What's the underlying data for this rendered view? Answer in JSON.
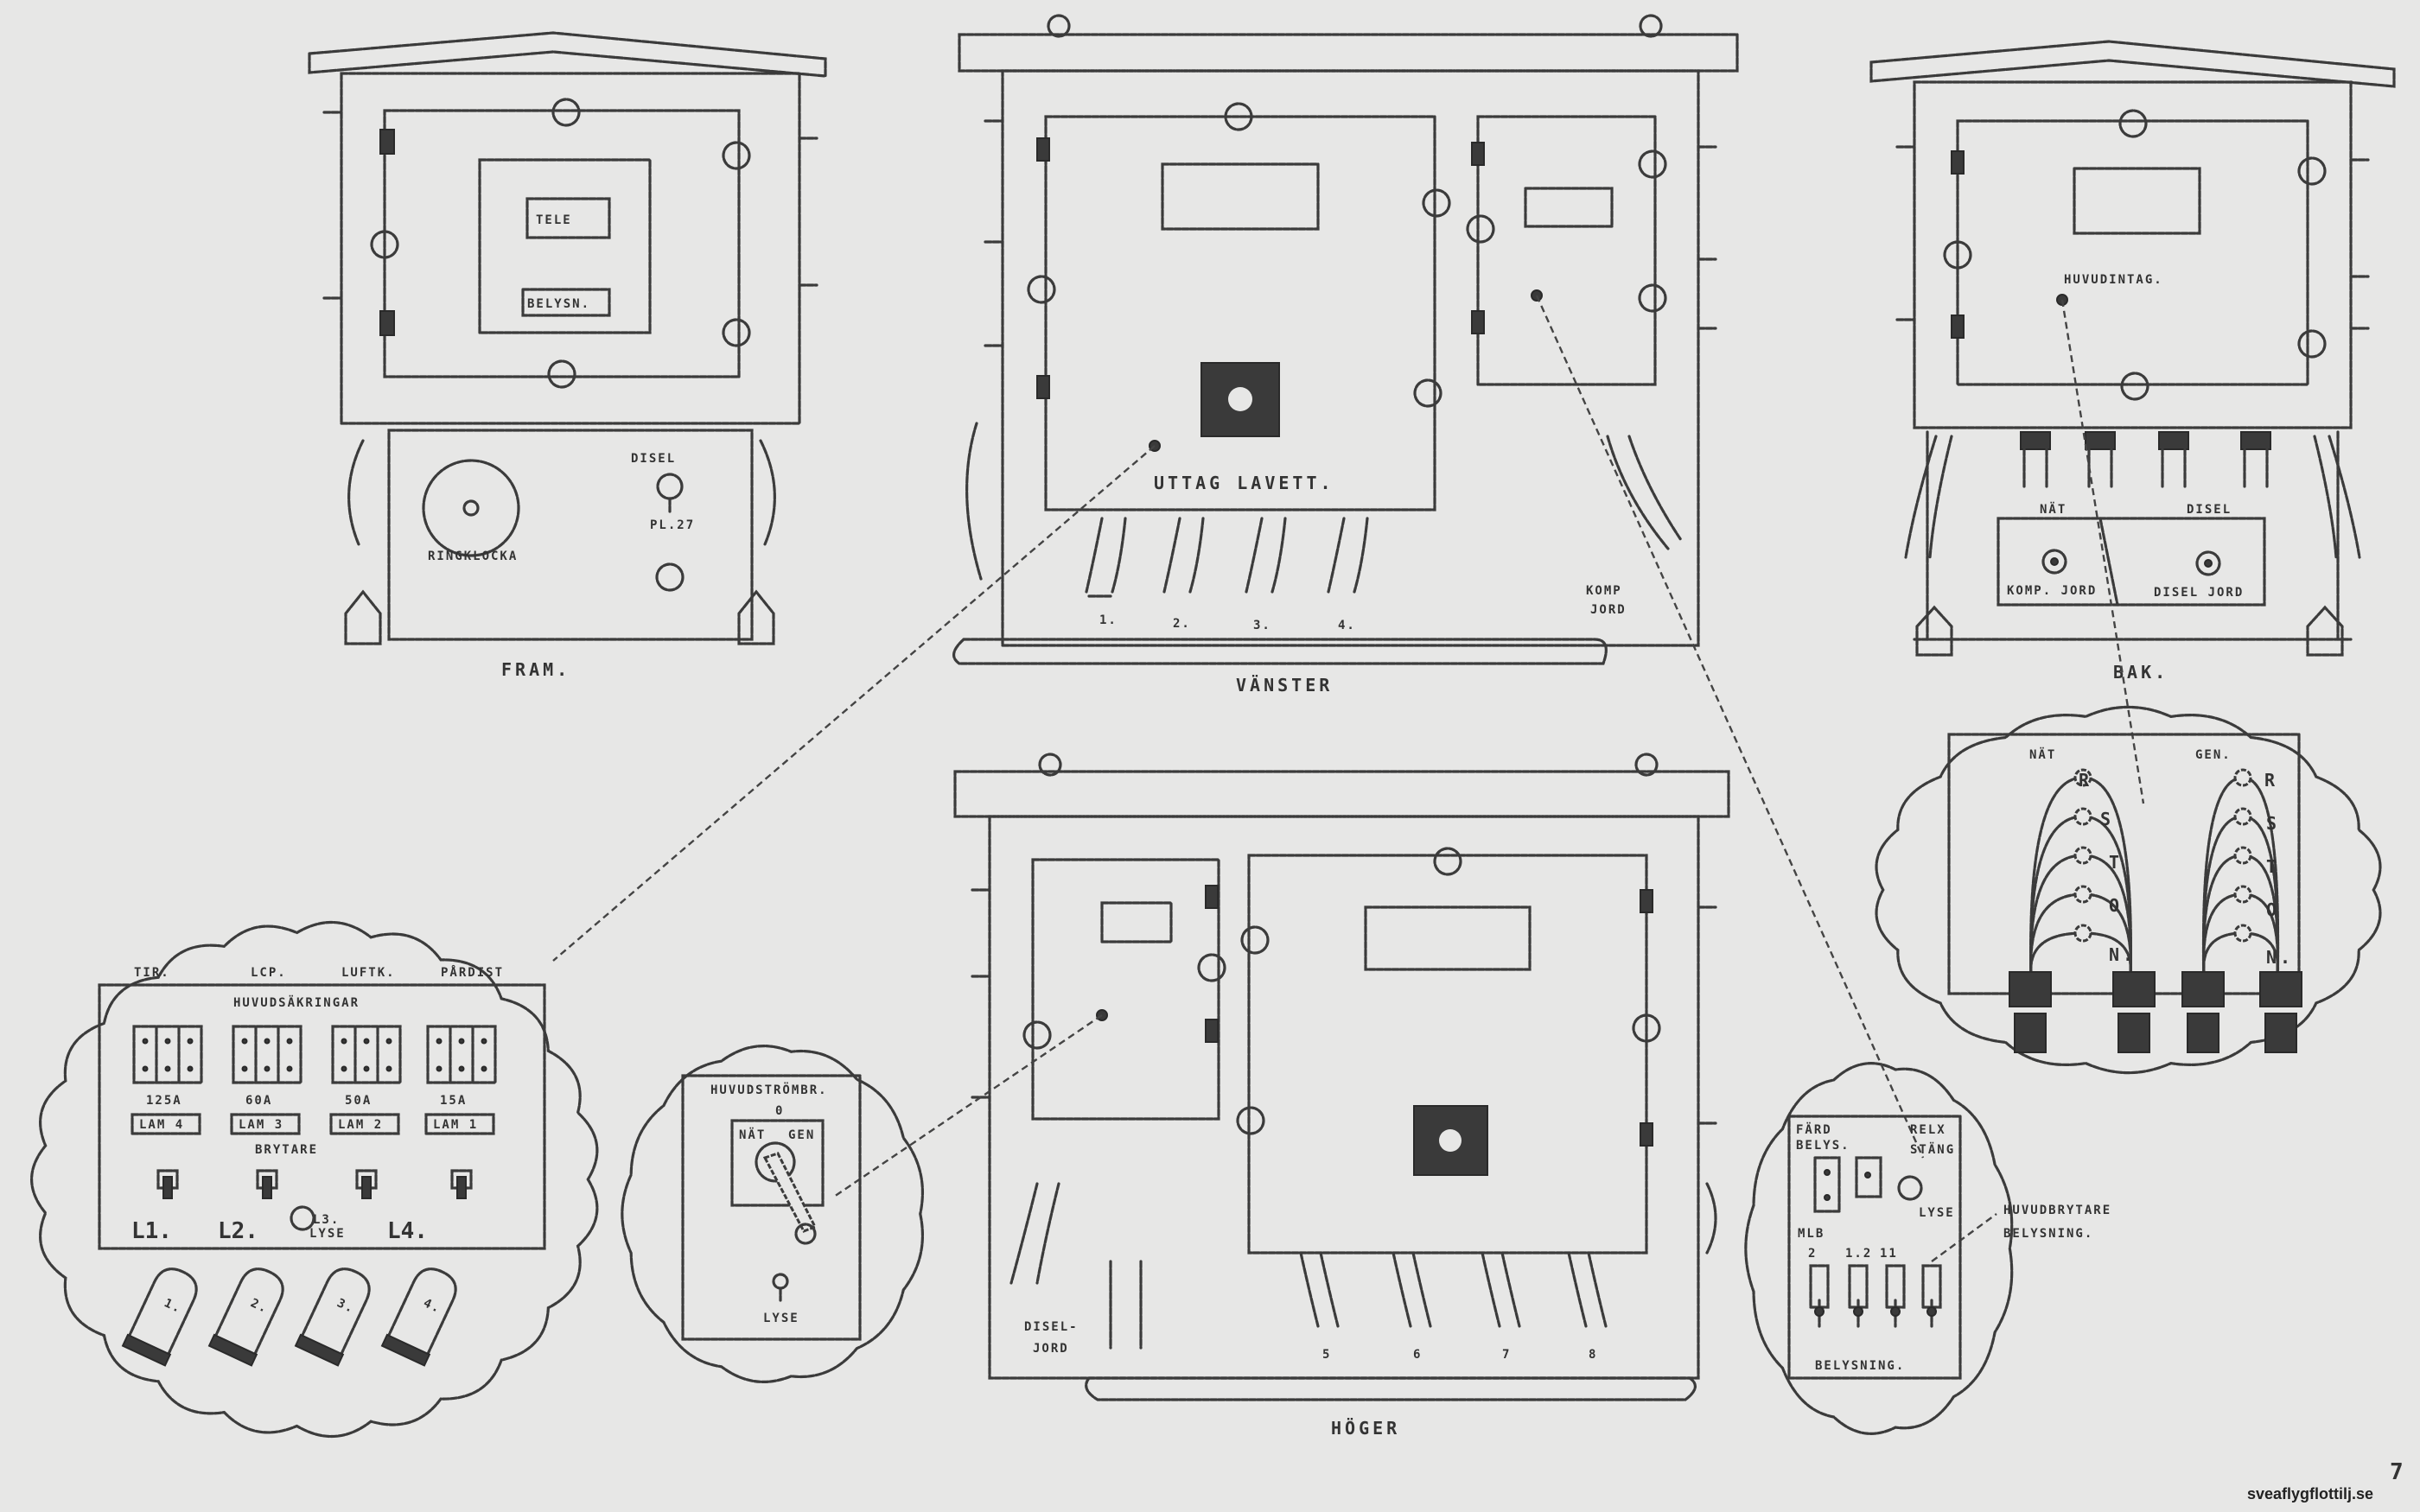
{
  "views": {
    "front": {
      "label": "FRAM.",
      "tele": "TELE",
      "belysn": "BELYSN.",
      "ringklocka": "RINGKLOCKA",
      "disel": "DISEL",
      "pl": "PL.27"
    },
    "left": {
      "label": "VÄNSTER",
      "uttag": "UTTAG LAVETT.",
      "outlets": [
        "1.",
        "2.",
        "3.",
        "4."
      ],
      "komp": "KOMP",
      "jord": "JORD"
    },
    "back": {
      "label": "BAK.",
      "huvudintag": "HUVUDINTAG.",
      "nat": "NÄT",
      "disel": "DISEL",
      "komp_jord": "KOMP. JORD",
      "disel_jord": "DISEL JORD"
    },
    "right": {
      "label": "HÖGER",
      "outlets": [
        "5",
        "6",
        "7",
        "8"
      ],
      "disel": "DISEL-",
      "jord": "JORD"
    }
  },
  "details": {
    "fuse_panel": {
      "consumers": [
        "TIR.",
        "LCP.",
        "LUFTK.",
        "PÅRDIST"
      ],
      "title": "HUVUDSÄKRINGAR",
      "ratings": [
        "125A",
        "60A",
        "50A",
        "15A"
      ],
      "tags": [
        "LAM 4",
        "LAM 3",
        "LAM 2",
        "LAM 1"
      ],
      "switch_title": "BRYTARE",
      "lines": [
        "L1.",
        "L2.",
        "L3.",
        "L4."
      ],
      "lamp_label": "LYSE",
      "plugs": [
        "1.",
        "2.",
        "3.",
        "4."
      ]
    },
    "main_switch": {
      "title": "HUVUDSTRÖMBR.",
      "pos0": "0",
      "nat": "NÄT",
      "gen": "GEN",
      "lamp": "LYSE"
    },
    "main_intake": {
      "nat": "NÄT",
      "gen": "GEN.",
      "phases": [
        "R",
        "S",
        "T",
        "O",
        "N."
      ]
    },
    "lighting": {
      "fard": "FÄRD",
      "belys": "BELYS.",
      "relx": "RELX",
      "stang": "STÄNG",
      "lyse": "LYSE",
      "mlb": "MLB",
      "fuses": [
        "2",
        "1.2",
        "11"
      ],
      "title": "BELYSNING.",
      "callout1": "HUVUDBRYTARE",
      "callout2": "BELYSNING."
    }
  },
  "footer": {
    "watermark": "sveaflygflottilj.se",
    "page": "7"
  }
}
